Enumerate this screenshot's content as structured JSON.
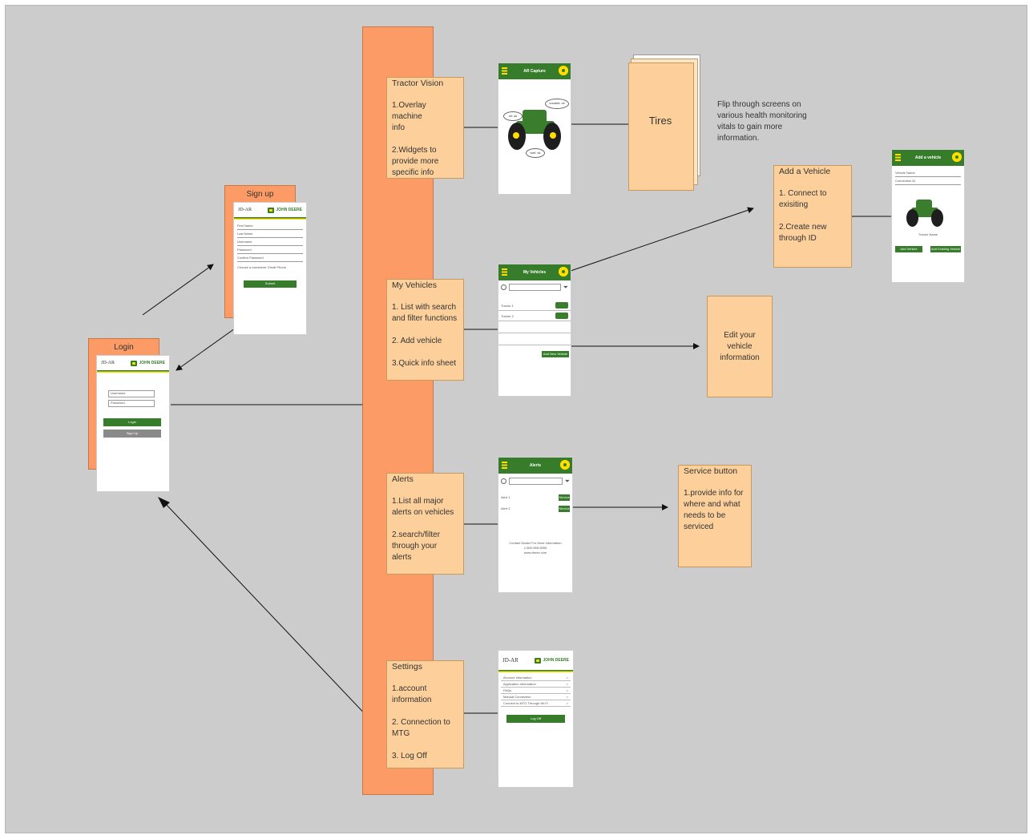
{
  "central_bar_color": "#fd9b66",
  "notes": {
    "tractor_vision": {
      "title": "Tractor Vision",
      "lines": [
        "1.Overlay machine",
        "info",
        "",
        "2.Widgets to",
        "provide more",
        "specific info"
      ]
    },
    "my_vehicles": {
      "title": "My Vehicles",
      "lines": [
        "1. List with search",
        "and filter functions",
        "",
        "2. Add vehicle",
        "",
        "3.Quick info sheet"
      ]
    },
    "alerts": {
      "title": "Alerts",
      "lines": [
        "1.List all major",
        "alerts on vehicles",
        "",
        "2.search/filter",
        "through your alerts"
      ]
    },
    "settings": {
      "title": "Settings",
      "lines": [
        "1.account",
        "information",
        "",
        "2. Connection to",
        "MTG",
        "",
        "3. Log Off"
      ]
    },
    "add_vehicle": {
      "title": "Add a Vehicle",
      "lines": [
        "1. Connect to",
        "exisiting",
        "",
        "2.Create new",
        "through ID"
      ]
    },
    "edit_vehicle": {
      "lines": [
        "Edit your vehicle",
        "information"
      ]
    },
    "service_button": {
      "title": "Service button",
      "lines": [
        "1.provide info for",
        "where and what",
        "needs to be",
        "serviced"
      ]
    }
  },
  "tabs": {
    "signup": "Sign up",
    "login": "Login"
  },
  "tires_label": "Tires",
  "flip_text": [
    "Flip through screens on",
    "various health monitoring",
    "vitals to gain more",
    "information."
  ],
  "screens": {
    "ar_capture": {
      "title": "AR Capture",
      "bubbles": [
        "coolant: ok",
        "oil: ok",
        "fuel: ok"
      ]
    },
    "my_vehicles": {
      "title": "My Vehicles",
      "rows": [
        "Tractor 1",
        "Tractor 2"
      ],
      "button": "Add New Vehicle"
    },
    "alerts": {
      "title": "Alerts",
      "rows": [
        "Alert 1",
        "Alert 2"
      ],
      "button": "Service",
      "footer": [
        "Contact Dealer For More Information",
        "1-800-555-5555",
        "www.deere.com"
      ]
    },
    "add_vehicle": {
      "title": "Add a vehicle",
      "fields": [
        "Vehicle Name",
        "Connection ID"
      ],
      "caption": "Tractor Name",
      "buttons": [
        "Add Vehicle",
        "Add Existing Vehicle"
      ]
    },
    "signup": {
      "brand": "JD-AR",
      "deere": "JOHN DEERE",
      "fields": [
        "First Name",
        "Last Name",
        "Username",
        "Password",
        "Confirm Password"
      ],
      "remember": "Choose a username: Email  Phone",
      "button": "Submit"
    },
    "login": {
      "brand": "JD-AR",
      "deere": "JOHN DEERE",
      "fields": [
        "Username",
        "Password"
      ],
      "buttons": [
        "Login",
        "Sign Up"
      ]
    },
    "settings": {
      "brand": "JD-AR",
      "deere": "JOHN DEERE",
      "items": [
        "Account Information",
        "Application Information",
        "FAQs",
        "Manual Connection",
        "Connect to MTG Through Wi-Fi"
      ],
      "button": "Log Off"
    }
  }
}
